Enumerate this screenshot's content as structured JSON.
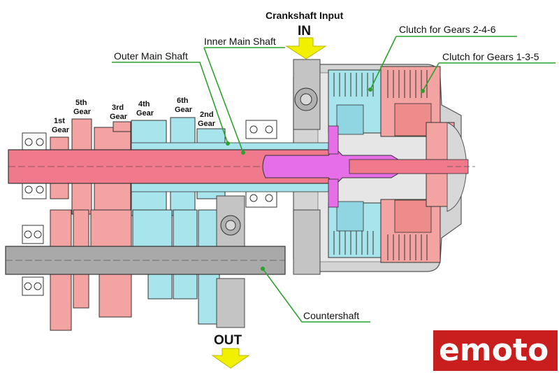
{
  "labels": {
    "crankshaft_input": "Crankshaft Input",
    "in": "IN",
    "out": "OUT",
    "inner_main_shaft": "Inner Main Shaft",
    "outer_main_shaft": "Outer Main Shaft",
    "clutch_246": "Clutch for Gears 2-4-6",
    "clutch_135": "Clutch for Gears 1-3-5",
    "countershaft": "Countershaft"
  },
  "gears": {
    "g1_num": "1st",
    "g1_word": "Gear",
    "g5_num": "5th",
    "g5_word": "Gear",
    "g3_num": "3rd",
    "g3_word": "Gear",
    "g4_num": "4th",
    "g4_word": "Gear",
    "g6_num": "6th",
    "g6_word": "Gear",
    "g2_num": "2nd",
    "g2_word": "Gear"
  },
  "watermark": {
    "text": "emoto"
  },
  "colors": {
    "odd_gears": "#f4a3a3",
    "even_gears": "#a8e4ec",
    "inner_shaft": "#f07a8c",
    "drive_core": "#e66ee6",
    "housing": "#cccccc",
    "countershaft": "#a9a9a9",
    "arrow": "#f0f000",
    "leader": "#2ea02e",
    "watermark_bg": "#c81e1e"
  }
}
